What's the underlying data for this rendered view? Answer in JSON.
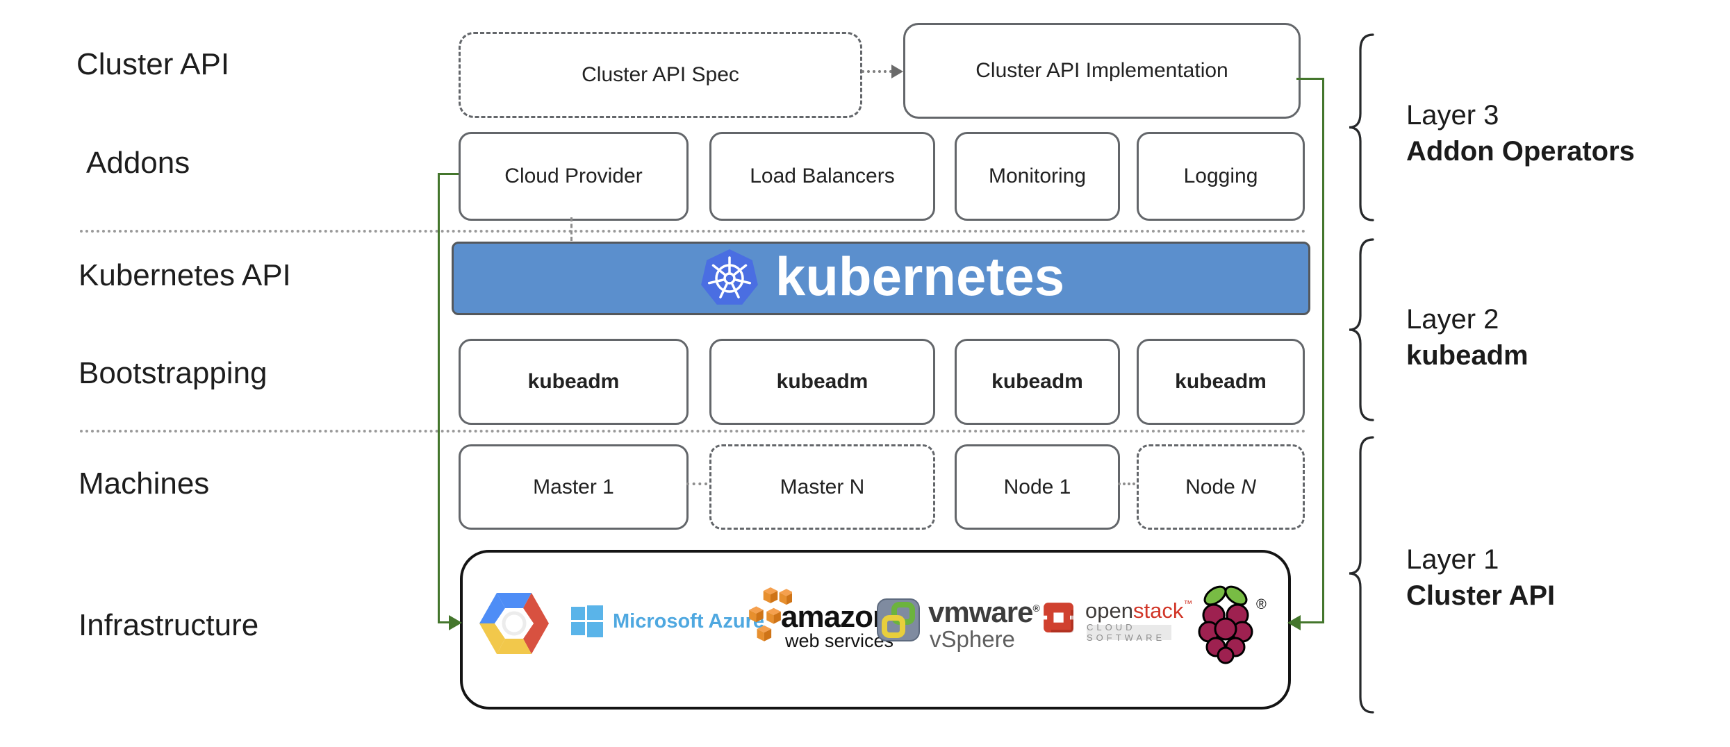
{
  "left_labels": {
    "cluster_api": "Cluster API",
    "addons": "Addons",
    "kubernetes_api": "Kubernetes API",
    "bootstrapping": "Bootstrapping",
    "machines": "Machines",
    "infrastructure": "Infrastructure"
  },
  "cluster_api_row": {
    "spec": "Cluster API Spec",
    "implementation": "Cluster API Implementation"
  },
  "addons_row": {
    "items": [
      "Cloud Provider",
      "Load Balancers",
      "Monitoring",
      "Logging"
    ]
  },
  "kubernetes_banner": {
    "wordmark": "kubernetes"
  },
  "bootstrapping_row": {
    "items": [
      "kubeadm",
      "kubeadm",
      "kubeadm",
      "kubeadm"
    ]
  },
  "machines_row": {
    "master1": "Master 1",
    "masterN": "Master N",
    "node1": "Node 1",
    "nodeN_prefix": "Node ",
    "nodeN_suffix": "N"
  },
  "infrastructure_row": {
    "azure_label": "Microsoft Azure",
    "amazon_label": "amazon",
    "amazon_sub": "web services",
    "vmware_label": "vmware",
    "vmware_reg": "®",
    "vmware_sub": "vSphere",
    "openstack_open": "open",
    "openstack_stack": "stack",
    "openstack_tm": "™",
    "openstack_sub": "CLOUD SOFTWARE",
    "raspberry_reg": "®"
  },
  "layers": {
    "layer3": {
      "title": "Layer 3",
      "subtitle": "Addon Operators"
    },
    "layer2": {
      "title": "Layer 2",
      "subtitle": "kubeadm"
    },
    "layer1": {
      "title": "Layer 1",
      "subtitle": "Cluster API"
    }
  },
  "icons": {
    "kubernetes_wheel": "kubernetes-helm-wheel-icon",
    "google_cloud": "google-cloud-hexagon-icon",
    "azure_windows": "microsoft-windows-flag-icon",
    "aws_cubes": "aws-orange-cubes-icon",
    "vmware_tile": "vmware-vsphere-tile-icon",
    "openstack_cube": "openstack-red-cube-icon",
    "raspberry_pi": "raspberry-pi-icon",
    "spec_to_impl_arrow": "dotted-arrow-right-icon",
    "green_connectors": "green-elbow-arrow-icons"
  },
  "colors": {
    "banner_blue": "#5b8fcd",
    "k8s_logo_blue": "#4a6ee2",
    "connector_green": "#44762c",
    "box_border_gray": "#63666a",
    "azure_blue": "#4fa8e0",
    "aws_orange": "#e78f2e",
    "openstack_red": "#d0412f",
    "raspberry_magenta": "#9e2150",
    "leaf_green": "#78bc44"
  }
}
